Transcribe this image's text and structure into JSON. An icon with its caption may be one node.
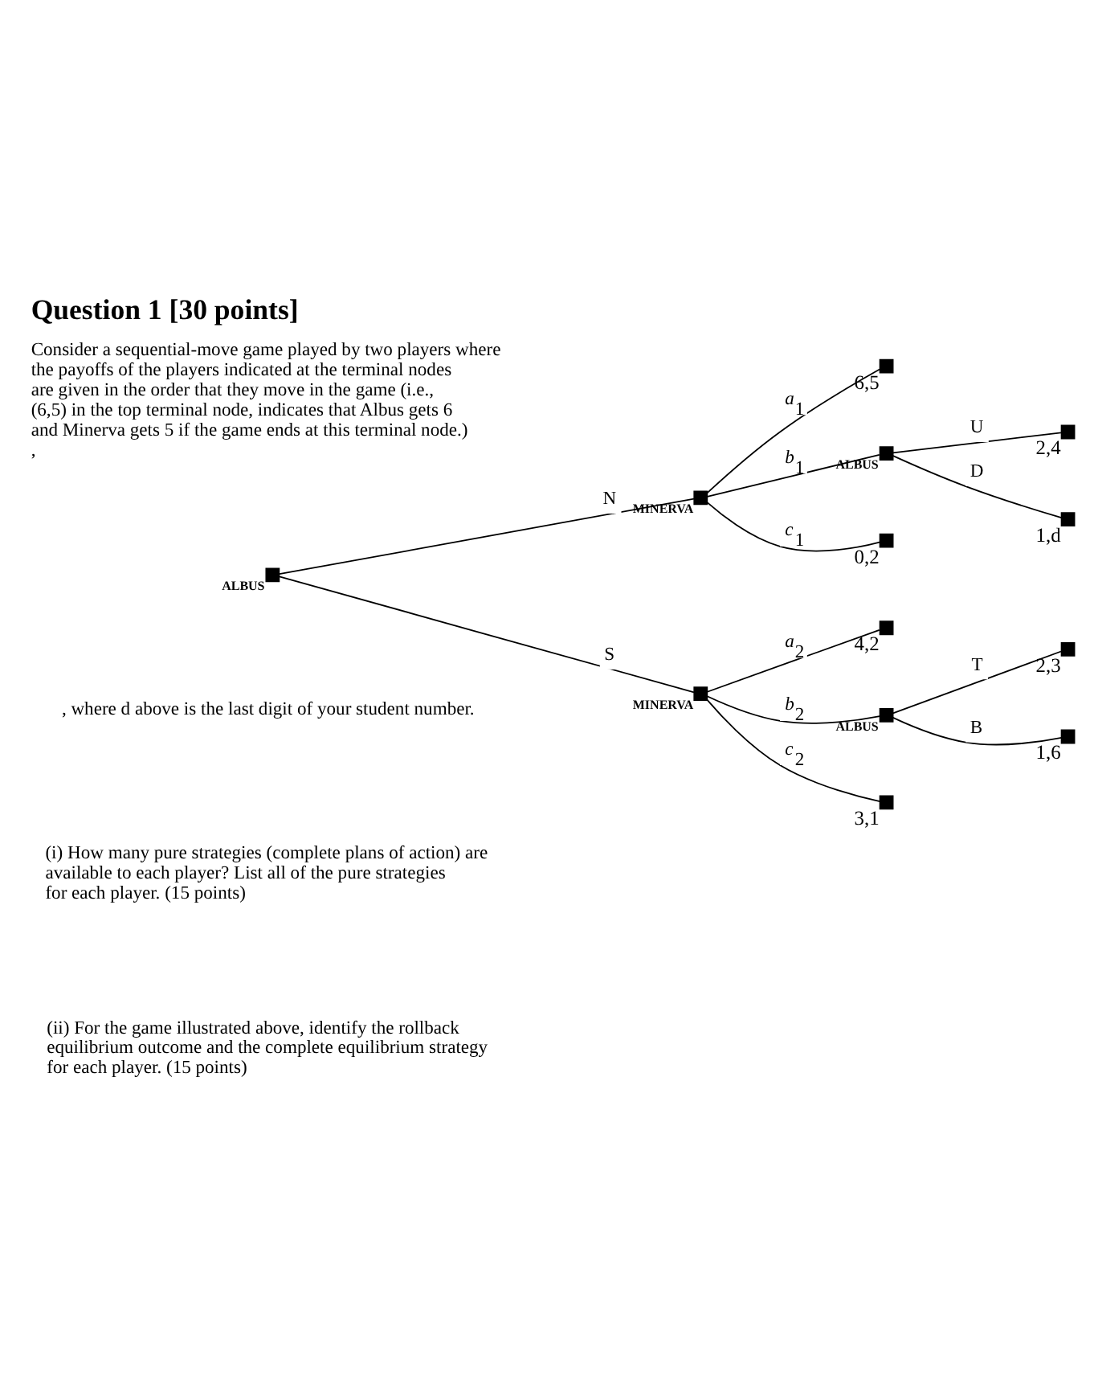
{
  "diagram": {
    "title": "Question 1 [30 points]",
    "nodes": [
      {
        "text": [
          "ALBUS"
        ]
      },
      {
        "text": [
          "MINERVA"
        ]
      },
      {
        "text": [
          "MINERVA"
        ]
      },
      {
        "text": [
          "6,5"
        ]
      },
      {
        "text": [
          "ALBUS"
        ]
      },
      {
        "text": [
          "0,2"
        ]
      },
      {
        "text": [
          "4,2"
        ]
      },
      {
        "text": [
          "ALBUS"
        ]
      },
      {
        "text": [
          "3,1"
        ]
      },
      {
        "text": [
          "2,4"
        ]
      },
      {
        "text": [
          "1,d"
        ]
      },
      {
        "text": [
          "2,3"
        ]
      },
      {
        "text": [
          "1,6"
        ]
      }
    ],
    "edges": [
      {
        "from": 0,
        "to": 1,
        "arrow": "none",
        "label": "N"
      },
      {
        "from": 0,
        "to": 2,
        "arrow": "none",
        "label": "S"
      },
      {
        "from": 1,
        "to": 3,
        "arrow": "none",
        "label": "*a*$_{1}$"
      },
      {
        "from": 1,
        "to": 4,
        "arrow": "none",
        "label": "*b*$_{1}$"
      },
      {
        "from": 1,
        "to": 5,
        "arrow": "none",
        "label": "*c*$_{1}$"
      },
      {
        "from": 2,
        "to": 6,
        "arrow": "none",
        "label": "*a*$_{2}$"
      },
      {
        "from": 2,
        "to": 7,
        "arrow": "none",
        "label": "*b*$_{2}$"
      },
      {
        "from": 2,
        "to": 8,
        "arrow": "none",
        "label": "*c*$_{2}$"
      },
      {
        "from": 4,
        "to": 9,
        "arrow": "none",
        "label": "U"
      },
      {
        "from": 4,
        "to": 10,
        "arrow": "none",
        "label": "D"
      },
      {
        "from": 7,
        "to": 11,
        "arrow": "none",
        "label": "T"
      },
      {
        "from": 7,
        "to": 12,
        "arrow": "none",
        "label": "B"
      }
    ],
    "labels": [
      "Consider a sequential-move game played by two players where the payoffs of the players indicated at the terminal nodes are given in the order that they move in the game (i.e., (6,5) in the top terminal node, indicates that Albus gets 6 and Minerva gets 5 if the game ends at this terminal node.) ,",
      ", where d above is the last digit of your student number.",
      "(i) How many pure strategies (complete plans of action) are available to each player? List all of the pure strategies for each player. (15 points)",
      "(ii) For the game illustrated above, identify the rollback equilibrium outcome and the complete equilibrium strategy for each player. (15 points)"
    ]
  }
}
